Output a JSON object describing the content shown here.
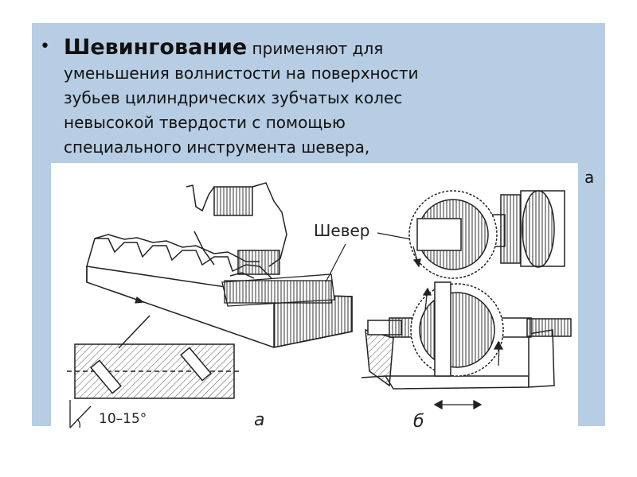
{
  "slide": {
    "bullet": "•",
    "term": "Шевингование",
    "text_lines": [
      " применяют для",
      "уменьшения волнистости на поверхности",
      "зубьев цилиндрических зубчатых колес",
      "невысокой твердости с помощью",
      "специального инструмента шевера,"
    ],
    "overflow_char": "а"
  },
  "figure": {
    "callout_label": "Шевер",
    "angle_label": "10–15°",
    "label_a": "а",
    "label_b": "б"
  }
}
